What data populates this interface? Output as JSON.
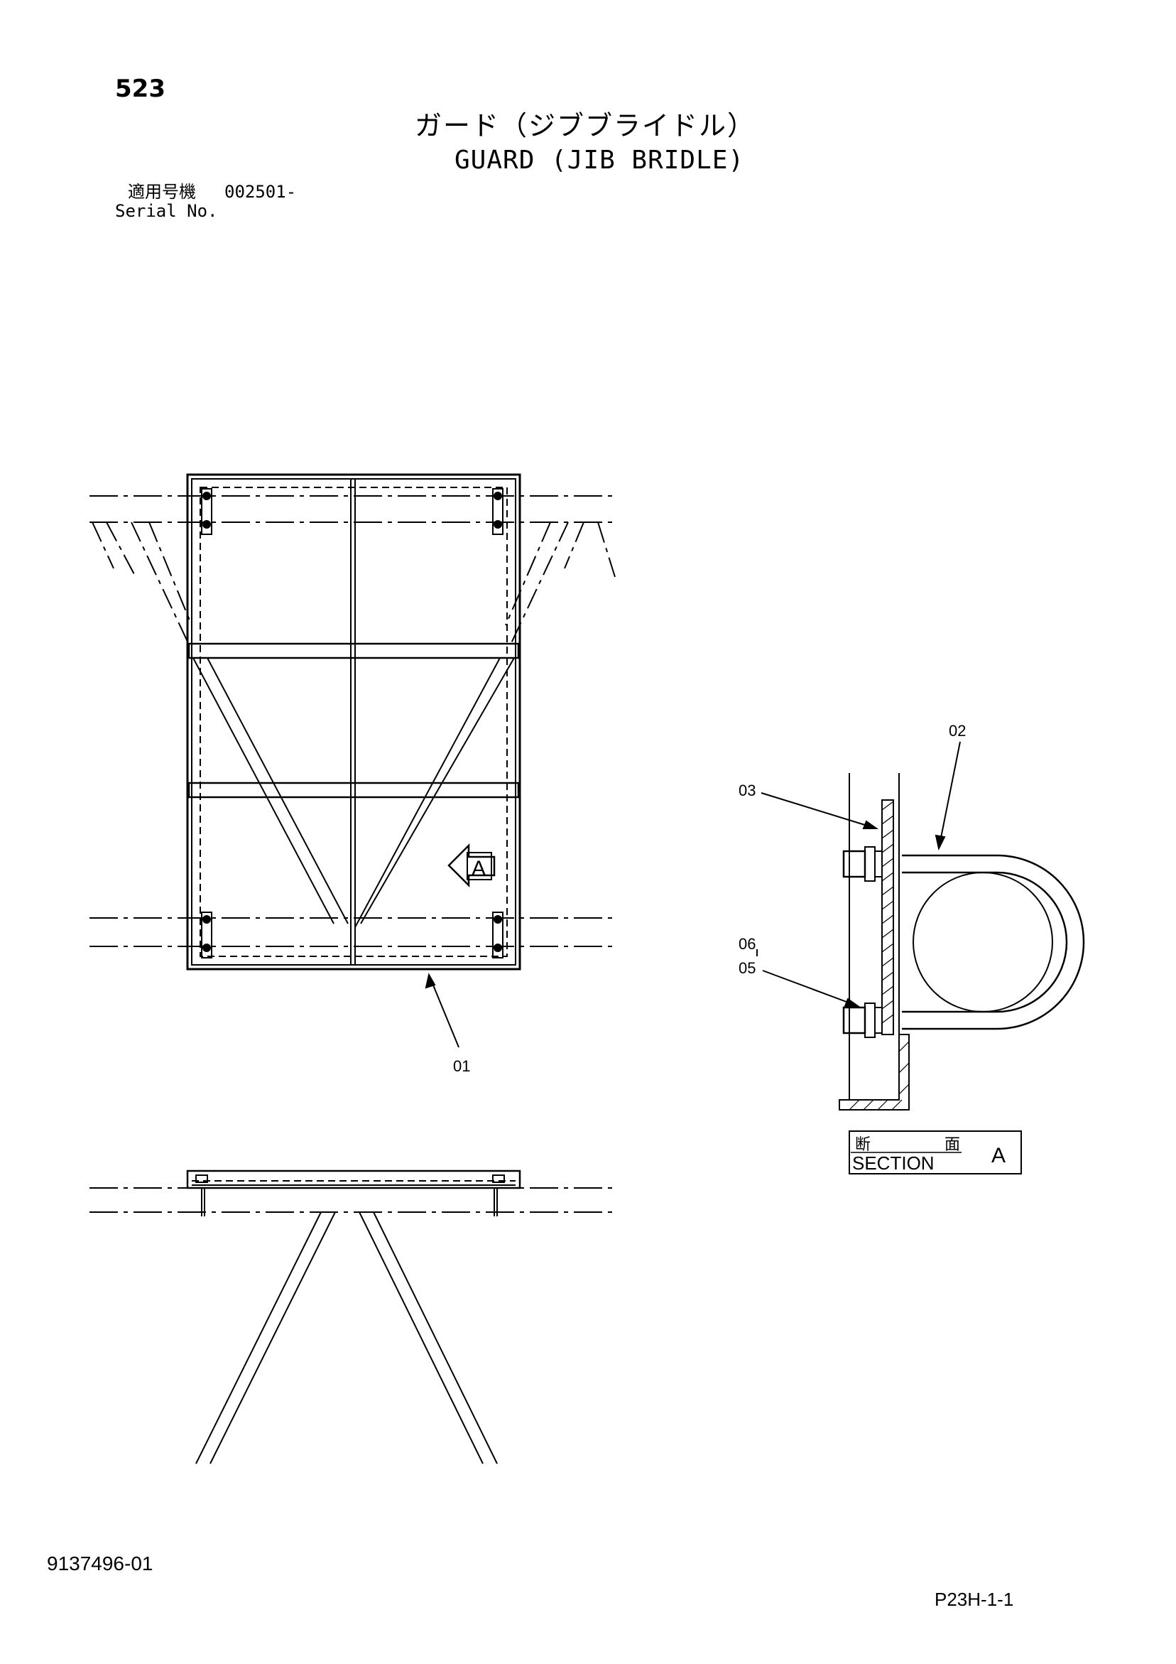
{
  "header": {
    "page_number": "523",
    "title_jp": "ガード（ジブブライドル）",
    "title_en": "GUARD (JIB BRIDLE)",
    "serial_label_jp": "適用号機",
    "serial_label_en": "Serial No.",
    "serial_value": "002501-"
  },
  "drawing": {
    "view_marker": "A",
    "callouts": {
      "part_01": "01",
      "part_02": "02",
      "part_03": "03",
      "part_05": "05",
      "part_06": "06"
    },
    "section_box": {
      "jp_left": "断",
      "jp_right": "面",
      "label": "SECTION",
      "letter": "A"
    }
  },
  "footer": {
    "doc_number": "9137496-01",
    "page_code": "P23H-1-1"
  }
}
